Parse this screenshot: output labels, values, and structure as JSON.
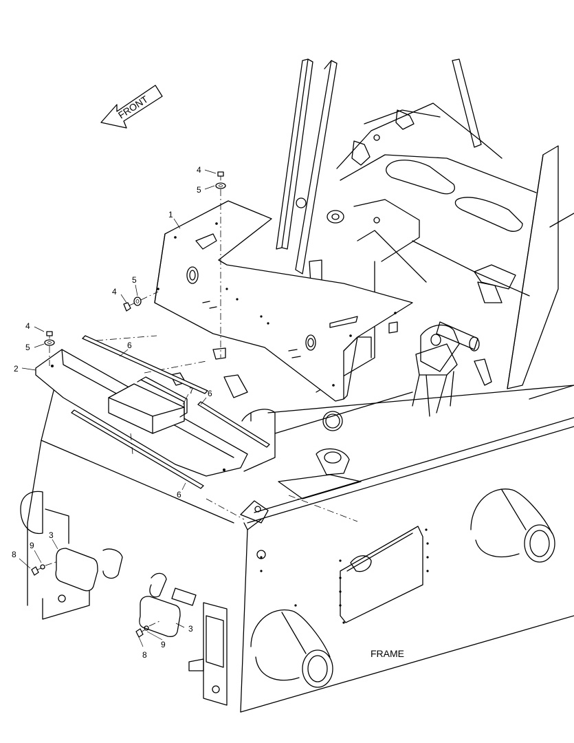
{
  "drawing": {
    "front_arrow_label": "FRONT",
    "frame_label": "FRAME"
  },
  "callouts": [
    {
      "id": "c4a",
      "label": "4"
    },
    {
      "id": "c5a",
      "label": "5"
    },
    {
      "id": "c1",
      "label": "1"
    },
    {
      "id": "c4b",
      "label": "4"
    },
    {
      "id": "c5b",
      "label": "5"
    },
    {
      "id": "c4c",
      "label": "4"
    },
    {
      "id": "c5c",
      "label": "5"
    },
    {
      "id": "c2",
      "label": "2"
    },
    {
      "id": "c6a",
      "label": "6"
    },
    {
      "id": "c7",
      "label": "7"
    },
    {
      "id": "c6b",
      "label": "6"
    },
    {
      "id": "c6c",
      "label": "6"
    },
    {
      "id": "c3a",
      "label": "3"
    },
    {
      "id": "c9a",
      "label": "9"
    },
    {
      "id": "c8a",
      "label": "8"
    },
    {
      "id": "c3b",
      "label": "3"
    },
    {
      "id": "c9b",
      "label": "9"
    },
    {
      "id": "c8b",
      "label": "8"
    }
  ]
}
